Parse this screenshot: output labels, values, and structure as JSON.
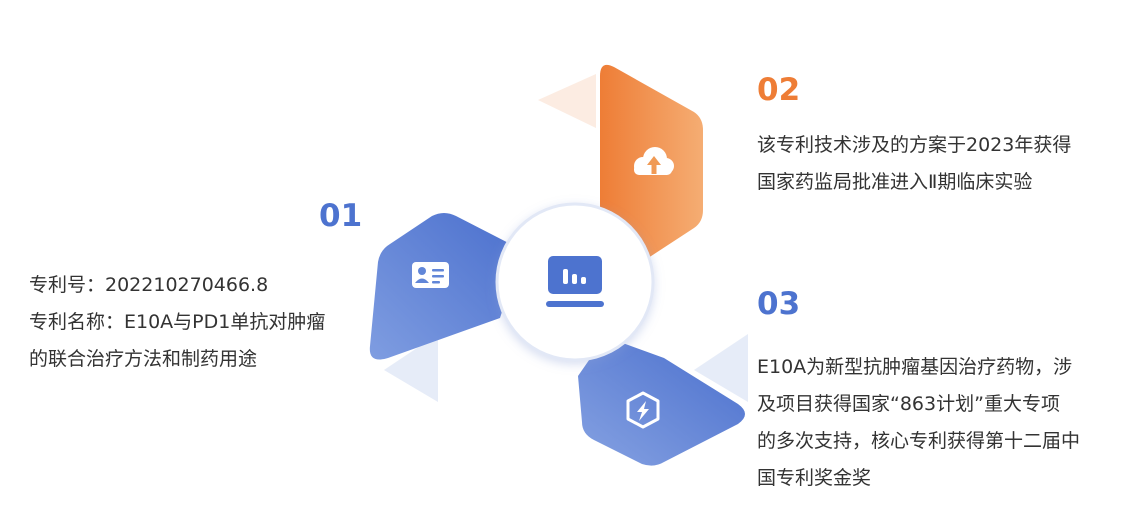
{
  "colors": {
    "blue": "#4d73cf",
    "blue_light": "#7d9be0",
    "orange": "#ee7d36",
    "orange_light": "#f5ad73",
    "ghost_orange": "#fcece2",
    "ghost_blue": "#e6ecf8"
  },
  "center": {
    "icon": "chart-monitor-icon"
  },
  "steps": [
    {
      "number": "01",
      "icon": "id-card-icon",
      "lines": [
        "专利号：202210270466.8",
        "专利名称：E10A与PD1单抗对肿瘤",
        "的联合治疗方法和制药用途"
      ]
    },
    {
      "number": "02",
      "icon": "cloud-upload-icon",
      "lines": [
        "该专利技术涉及的方案于2023年获得",
        "国家药监局批准进入Ⅱ期临床实验"
      ]
    },
    {
      "number": "03",
      "icon": "lightning-badge-icon",
      "lines": [
        "E10A为新型抗肿瘤基因治疗药物，涉",
        "及项目获得国家“863计划”重大专项",
        "的多次支持，核心专利获得第十二届中",
        "国专利奖金奖"
      ]
    }
  ]
}
